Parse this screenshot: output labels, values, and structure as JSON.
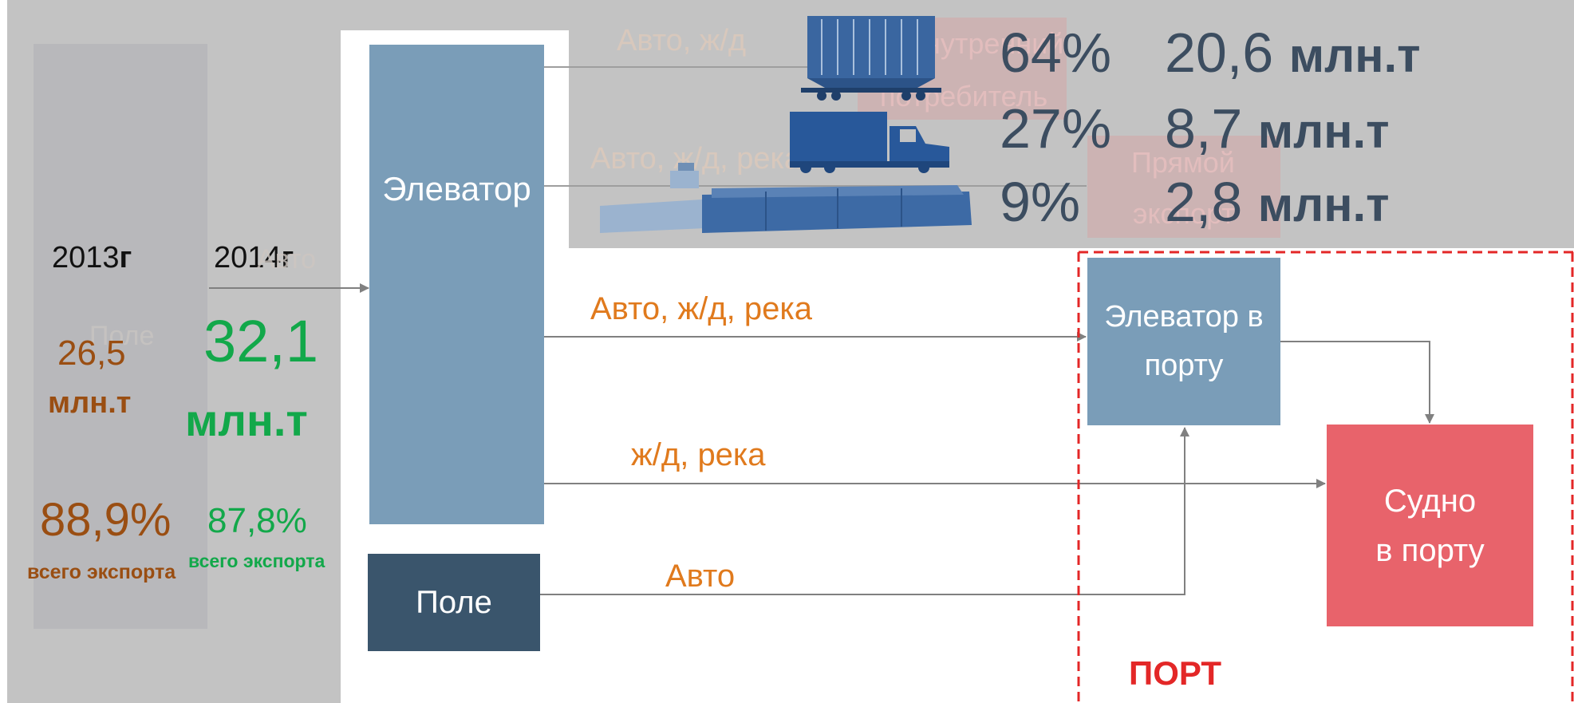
{
  "colors": {
    "gray_overlay": "#c3c3c3",
    "blue_box": "#7a9db8",
    "dark_box": "#3a556c",
    "red_box": "#e8636b",
    "orange_text": "#e07a1d",
    "brown_text": "#9a4e12",
    "green_text": "#12a84a",
    "dark_text": "#3c4d60",
    "port_border": "#e32727"
  },
  "left_panel": {
    "year_2013_num": "2013",
    "year_2013_suffix": "г",
    "year_2014_num": "2014",
    "year_2014_suffix": "г",
    "ghost_auto": "Авто",
    "ghost_field": "Поле",
    "value_2013": "26,5",
    "unit_2013": "млн.т",
    "value_2014": "32,1",
    "unit_2014": "млн.т",
    "share_2013": "88,9%",
    "share_2013_label": "всего экспорта",
    "share_2014": "87,8%",
    "share_2014_label": "всего экспорта"
  },
  "diagram": {
    "elevator": "Элеватор",
    "field": "Поле",
    "port_elevator_line1": "Элеватор в",
    "port_elevator_line2": "порту",
    "ship_line1": "Судно",
    "ship_line2": "в порту",
    "port_label": "ПОРТ",
    "route_main": "Авто, ж/д, река",
    "route_rail_river": "ж/д, река",
    "route_auto": "Авто"
  },
  "top_overlay": {
    "ghost_route_1": "Авто, ж/д",
    "ghost_route_2": "Авто, ж/д, река",
    "ghost_domestic_1": "Внутренний",
    "ghost_domestic_2": "потребитель",
    "ghost_direct_1": "Прямой",
    "ghost_direct_2": "экспорт",
    "rows": [
      {
        "percent": "64%",
        "value": "20,6",
        "unit": "млн.т",
        "icon": "rail-hopper-car-icon"
      },
      {
        "percent": "27%",
        "value": "8,7",
        "unit": "млн.т",
        "icon": "truck-icon"
      },
      {
        "percent": "9%",
        "value": "2,8",
        "unit": "млн.т",
        "icon": "river-barge-icon"
      }
    ]
  }
}
